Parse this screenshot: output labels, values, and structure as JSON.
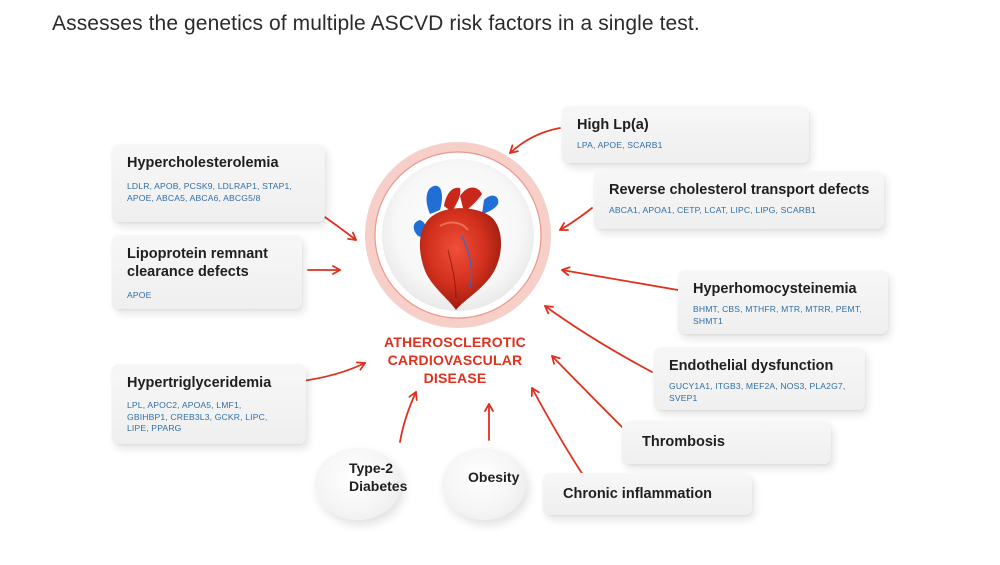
{
  "headline": "Assesses the genetics of multiple ASCVD risk factors in a single test.",
  "center": {
    "line1": "ATHEROSCLEROTIC",
    "line2": "CARDIOVASCULAR",
    "line3": "DISEASE"
  },
  "cards": {
    "hypercholesterolemia": {
      "title": "Hypercholesterolemia",
      "genes_line1": "LDLR, APOB, PCSK9, LDLRAP1, STAP1,",
      "genes_line2": "APOE, ABCA5, ABCA6, ABCG5/8"
    },
    "lipoprotein_remnant": {
      "title_line1": "Lipoprotein remnant",
      "title_line2": "clearance defects",
      "genes": "APOE"
    },
    "hypertriglyceridemia": {
      "title": "Hypertriglyceridemia",
      "genes_line1": "LPL, APOC2, APOA5, LMF1,",
      "genes_line2": "GBIHBP1, CREB3L3, GCKR, LIPC,",
      "genes_line3": "LIPE, PPARG"
    },
    "high_lpa": {
      "title": "High Lp(a)",
      "genes": "LPA, APOE, SCARB1"
    },
    "reverse_cholesterol": {
      "title": "Reverse cholesterol transport defects",
      "genes": "ABCA1, APOA1, CETP, LCAT, LIPC, LIPG, SCARB1"
    },
    "hyperhomocysteinemia": {
      "title": "Hyperhomocysteinemia",
      "genes_line1": "BHMT, CBS, MTHFR, MTR, MTRR, PEMT,",
      "genes_line2": "SHMT1"
    },
    "endothelial": {
      "title": "Endothelial dysfunction",
      "genes_line1": "GUCY1A1, ITGB3, MEF2A, NOS3, PLA2G7,",
      "genes_line2": "SVEP1"
    },
    "thrombosis": {
      "title": "Thrombosis"
    },
    "chronic_inflammation": {
      "title": "Chronic inflammation"
    }
  },
  "bubbles": {
    "type2_line1": "Type-2",
    "type2_line2": "Diabetes",
    "obesity": "Obesity"
  },
  "colors": {
    "arrow": "#e0301e",
    "gene_text": "#2f6fa6",
    "ring": "#f2b0a6",
    "heart": "#c8281a",
    "vessel": "#1f6fd6"
  }
}
